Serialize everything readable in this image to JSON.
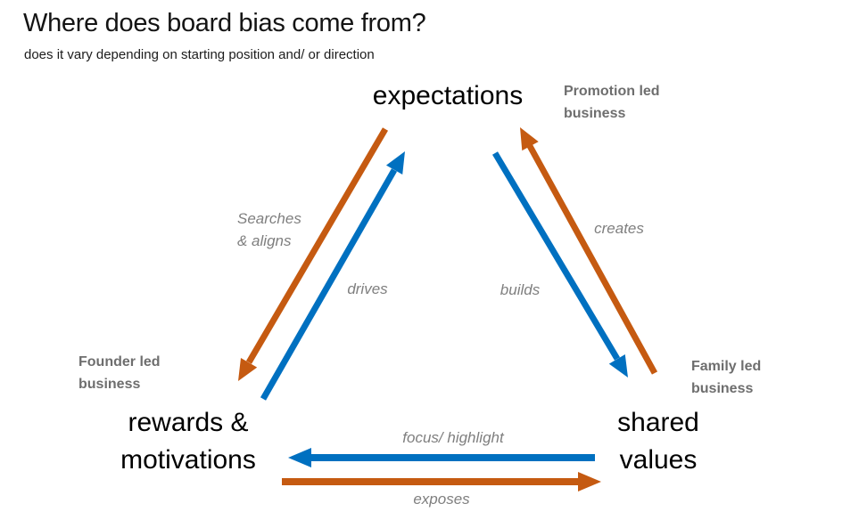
{
  "title": "Where does board bias come from?",
  "subtitle": "does it vary depending on starting position and/ or direction",
  "nodes": {
    "expectations": "expectations",
    "rewards_line1": "rewards &",
    "rewards_line2": "motivations",
    "shared_line1": "shared",
    "shared_line2": "values"
  },
  "context_labels": {
    "promotion_line1": "Promotion led",
    "promotion_line2": "business",
    "founder_line1": "Founder led",
    "founder_line2": "business",
    "family_line1": "Family led",
    "family_line2": "business"
  },
  "edge_labels": {
    "searches_line1": "Searches",
    "searches_line2": "& aligns",
    "drives": "drives",
    "creates": "creates",
    "builds": "builds",
    "focus": "focus/ highlight",
    "exposes": "exposes"
  },
  "colors": {
    "blue": "#0070C0",
    "orange": "#C55A11",
    "gray_bold": "#6E6E6E",
    "gray_italic": "#7F7F7F",
    "text": "#000000"
  }
}
